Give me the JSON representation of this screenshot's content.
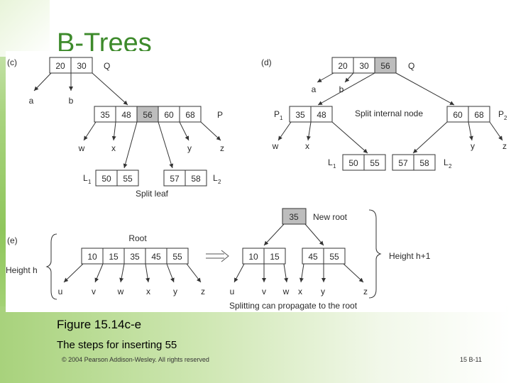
{
  "slide": {
    "title": "B-Trees",
    "figure_title": "Figure 15.14c-e",
    "figure_desc": "The steps for inserting 55",
    "copyright": "© 2004 Pearson Addison-Wesley. All rights reserved",
    "page_number": "15 B-11"
  },
  "colors": {
    "title": "#3d8a2b",
    "highlight_cell": "#bdbdbd",
    "node_border": "#333333"
  },
  "panel_c": {
    "label": "(c)",
    "root": {
      "keys": [
        "20",
        "30"
      ],
      "name": "Q"
    },
    "root_children": [
      "a",
      "b"
    ],
    "node_p": {
      "keys": [
        "35",
        "48",
        "56",
        "60",
        "68"
      ],
      "name": "P",
      "highlight": "56"
    },
    "p_children": [
      "w",
      "x",
      "y",
      "z"
    ],
    "leaf1": {
      "keys": [
        "50",
        "55"
      ],
      "name": "L",
      "sub": "1"
    },
    "leaf2": {
      "keys": [
        "57",
        "58"
      ],
      "name": "L",
      "sub": "2"
    },
    "caption": "Split leaf"
  },
  "panel_d": {
    "label": "(d)",
    "root": {
      "keys": [
        "20",
        "30",
        "56"
      ],
      "name": "Q",
      "highlight": "56"
    },
    "root_children": [
      "a",
      "b"
    ],
    "p1": {
      "keys": [
        "35",
        "48"
      ],
      "name": "P",
      "sub": "1"
    },
    "p2": {
      "keys": [
        "60",
        "68"
      ],
      "name": "P",
      "sub": "2"
    },
    "split_label": "Split internal node",
    "p1_children": [
      "w",
      "x"
    ],
    "p2_children": [
      "y",
      "z"
    ],
    "leaves": {
      "keys": [
        "50",
        "55",
        "57",
        "58"
      ],
      "left_name": "L",
      "left_sub": "1",
      "right_name": "L",
      "right_sub": "2"
    }
  },
  "panel_e": {
    "label": "(e)",
    "root_label": "Root",
    "height_left": "Height h",
    "before": {
      "keys": [
        "10",
        "15",
        "35",
        "45",
        "55"
      ],
      "children": [
        "u",
        "v",
        "w",
        "x",
        "y",
        "z"
      ]
    },
    "new_root": {
      "key": "35",
      "label": "New root"
    },
    "after_left": {
      "keys": [
        "10",
        "15"
      ]
    },
    "after_right": {
      "keys": [
        "45",
        "55"
      ]
    },
    "after_children": [
      "u",
      "v",
      "w",
      "x",
      "y",
      "z"
    ],
    "height_right": "Height h+1",
    "caption": "Splitting can propagate to the root"
  }
}
